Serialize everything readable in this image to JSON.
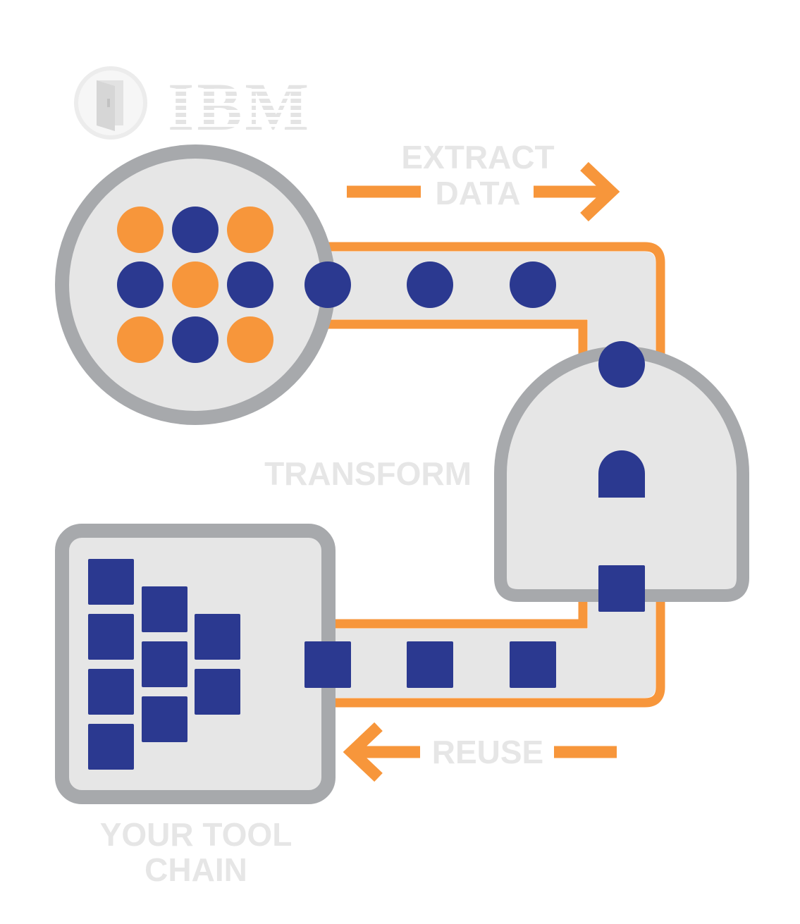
{
  "brand": {
    "logo_text": "IBM",
    "badge_icon": "door-icon"
  },
  "labels": {
    "extract_line1": "EXTRACT",
    "extract_line2": "DATA",
    "transform": "TRANSFORM",
    "reuse": "REUSE",
    "toolchain_line1": "YOUR TOOL",
    "toolchain_line2": "CHAIN"
  },
  "colors": {
    "orange": "#F7963B",
    "navy": "#2B3990",
    "grey_border": "#A7A9AC",
    "grey_fill": "#E6E6E6",
    "label_grey": "#E6E6E6"
  },
  "source_dot_grid": [
    [
      "orange",
      "navy",
      "orange"
    ],
    [
      "navy",
      "orange",
      "navy"
    ],
    [
      "orange",
      "navy",
      "orange"
    ]
  ]
}
